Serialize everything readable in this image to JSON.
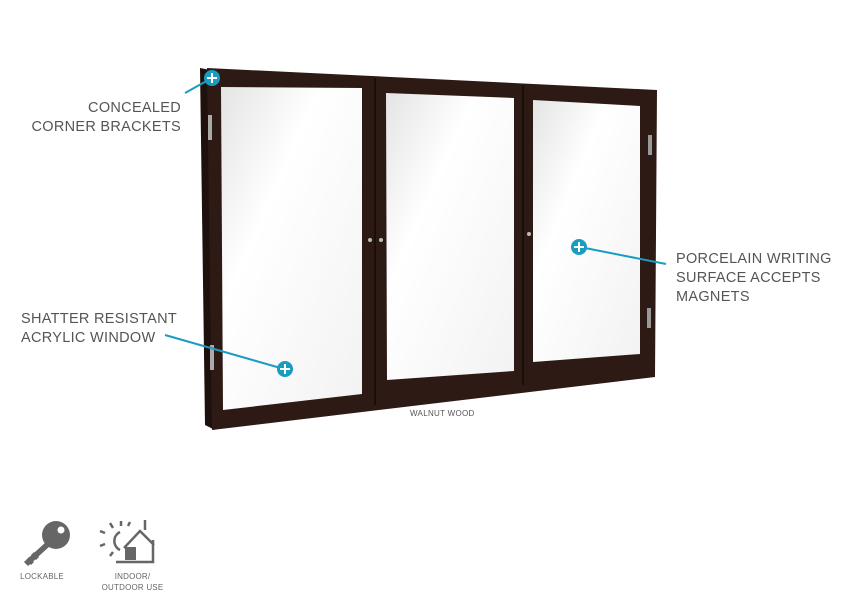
{
  "callouts": {
    "corner": [
      "CONCEALED",
      "CORNER BRACKETS"
    ],
    "surface": [
      "PORCELAIN WRITING",
      "SURFACE ACCEPTS",
      "MAGNETS"
    ],
    "acrylic": [
      "SHATTER RESISTANT",
      "ACRYLIC WINDOW"
    ]
  },
  "finish_caption": "WALNUT WOOD",
  "features": [
    {
      "icon": "key-icon",
      "label": "LOCKABLE"
    },
    {
      "icon": "indoor-outdoor-icon",
      "label_lines": [
        "INDOOR/",
        "OUTDOOR USE"
      ]
    }
  ],
  "colors": {
    "frame": "#2e1a14",
    "accent": "#1a9cc0",
    "text": "#555555"
  }
}
